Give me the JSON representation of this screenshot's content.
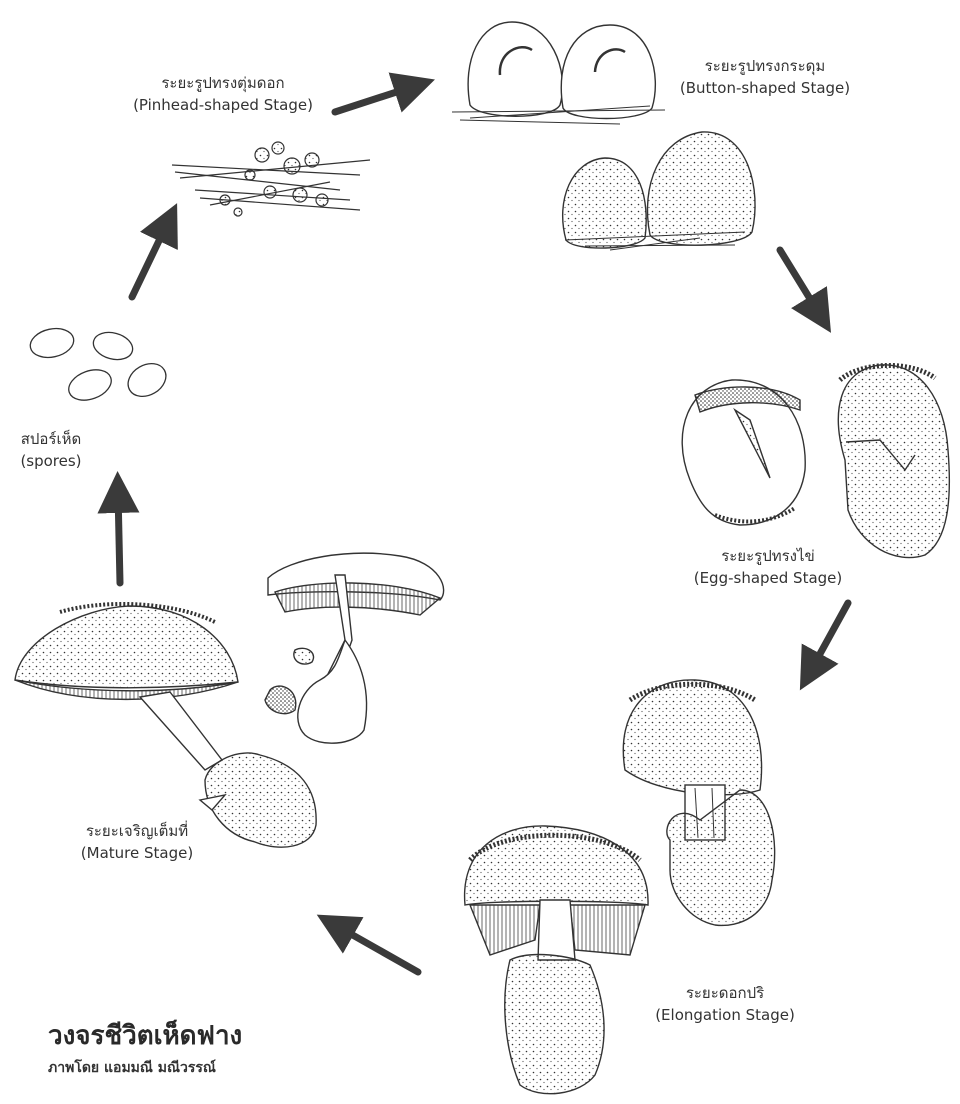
{
  "stages": {
    "pinhead": {
      "th": "ระยะรูปทรงตุ่มดอก",
      "en": "(Pinhead-shaped Stage)"
    },
    "button": {
      "th": "ระยะรูปทรงกระดุม",
      "en": "(Button-shaped Stage)"
    },
    "egg": {
      "th": "ระยะรูปทรงไข่",
      "en": "(Egg-shaped Stage)"
    },
    "elongation": {
      "th": "ระยะดอกปริ",
      "en": "(Elongation Stage)"
    },
    "mature": {
      "th": "ระยะเจริญเต็มที่",
      "en": "(Mature Stage)"
    },
    "spores": {
      "th": "สปอร์เห็ด",
      "en": "(spores)"
    }
  },
  "title": "วงจรชีวิตเห็ดฟาง",
  "credit": "ภาพโดย แอมมณี มณีวรรณ์",
  "colors": {
    "ink": "#2b2b2b",
    "arrow": "#3a3a3a",
    "background": "#ffffff"
  }
}
